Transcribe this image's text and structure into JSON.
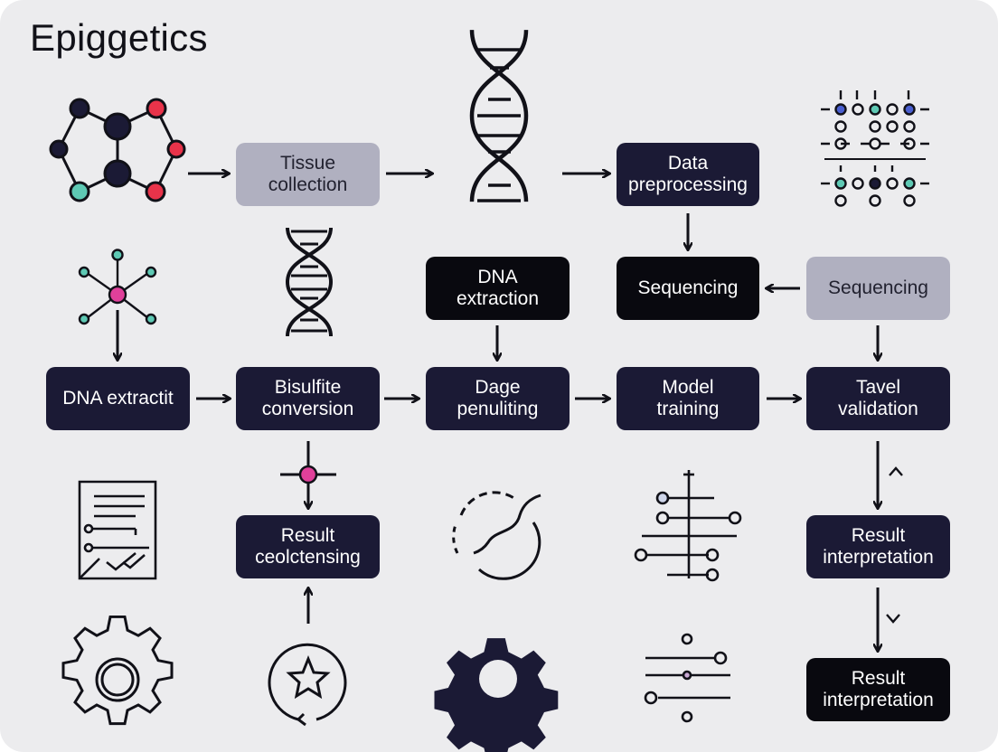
{
  "title": "Epiggetics",
  "nodes": {
    "tissue": {
      "line1": "Tissue",
      "line2": "collection"
    },
    "data_pre": {
      "line1": "Data",
      "line2": "preprocessing"
    },
    "dna_extraction": {
      "line1": "DNA",
      "line2": "extraction"
    },
    "sequencing_dark": {
      "line1": "Sequencing"
    },
    "sequencing_gray": {
      "line1": "Sequencing"
    },
    "dna_extractit": {
      "line1": "DNA extractit"
    },
    "bisulfite": {
      "line1": "Bisulfite",
      "line2": "conversion"
    },
    "dage": {
      "line1": "Dage",
      "line2": "penuliting"
    },
    "model": {
      "line1": "Model",
      "line2": "training"
    },
    "tavel": {
      "line1": "Tavel",
      "line2": "validation"
    },
    "result_ceol": {
      "line1": "Result",
      "line2": "ceolctensing"
    },
    "result_interp1": {
      "line1": "Result",
      "line2": "interpretation"
    },
    "result_interp2": {
      "line1": "Result",
      "line2": "interpretation"
    }
  },
  "colors": {
    "background": "#ececee",
    "node_dark": "#1b1a35",
    "node_gray": "#b0b0c0",
    "node_black": "#09090f",
    "accent_red": "#e8334a",
    "accent_teal": "#5ec9b4",
    "accent_pink": "#e0409a",
    "accent_blue": "#4a5fd0"
  },
  "icons": [
    "molecule-network-icon",
    "dna-helix-icon",
    "dot-matrix-icon",
    "hub-network-icon",
    "document-checklist-icon",
    "circle-curve-icon",
    "tree-branch-icon",
    "gear-outline-icon",
    "star-cycle-icon",
    "gear-solid-icon",
    "slider-lines-icon"
  ]
}
